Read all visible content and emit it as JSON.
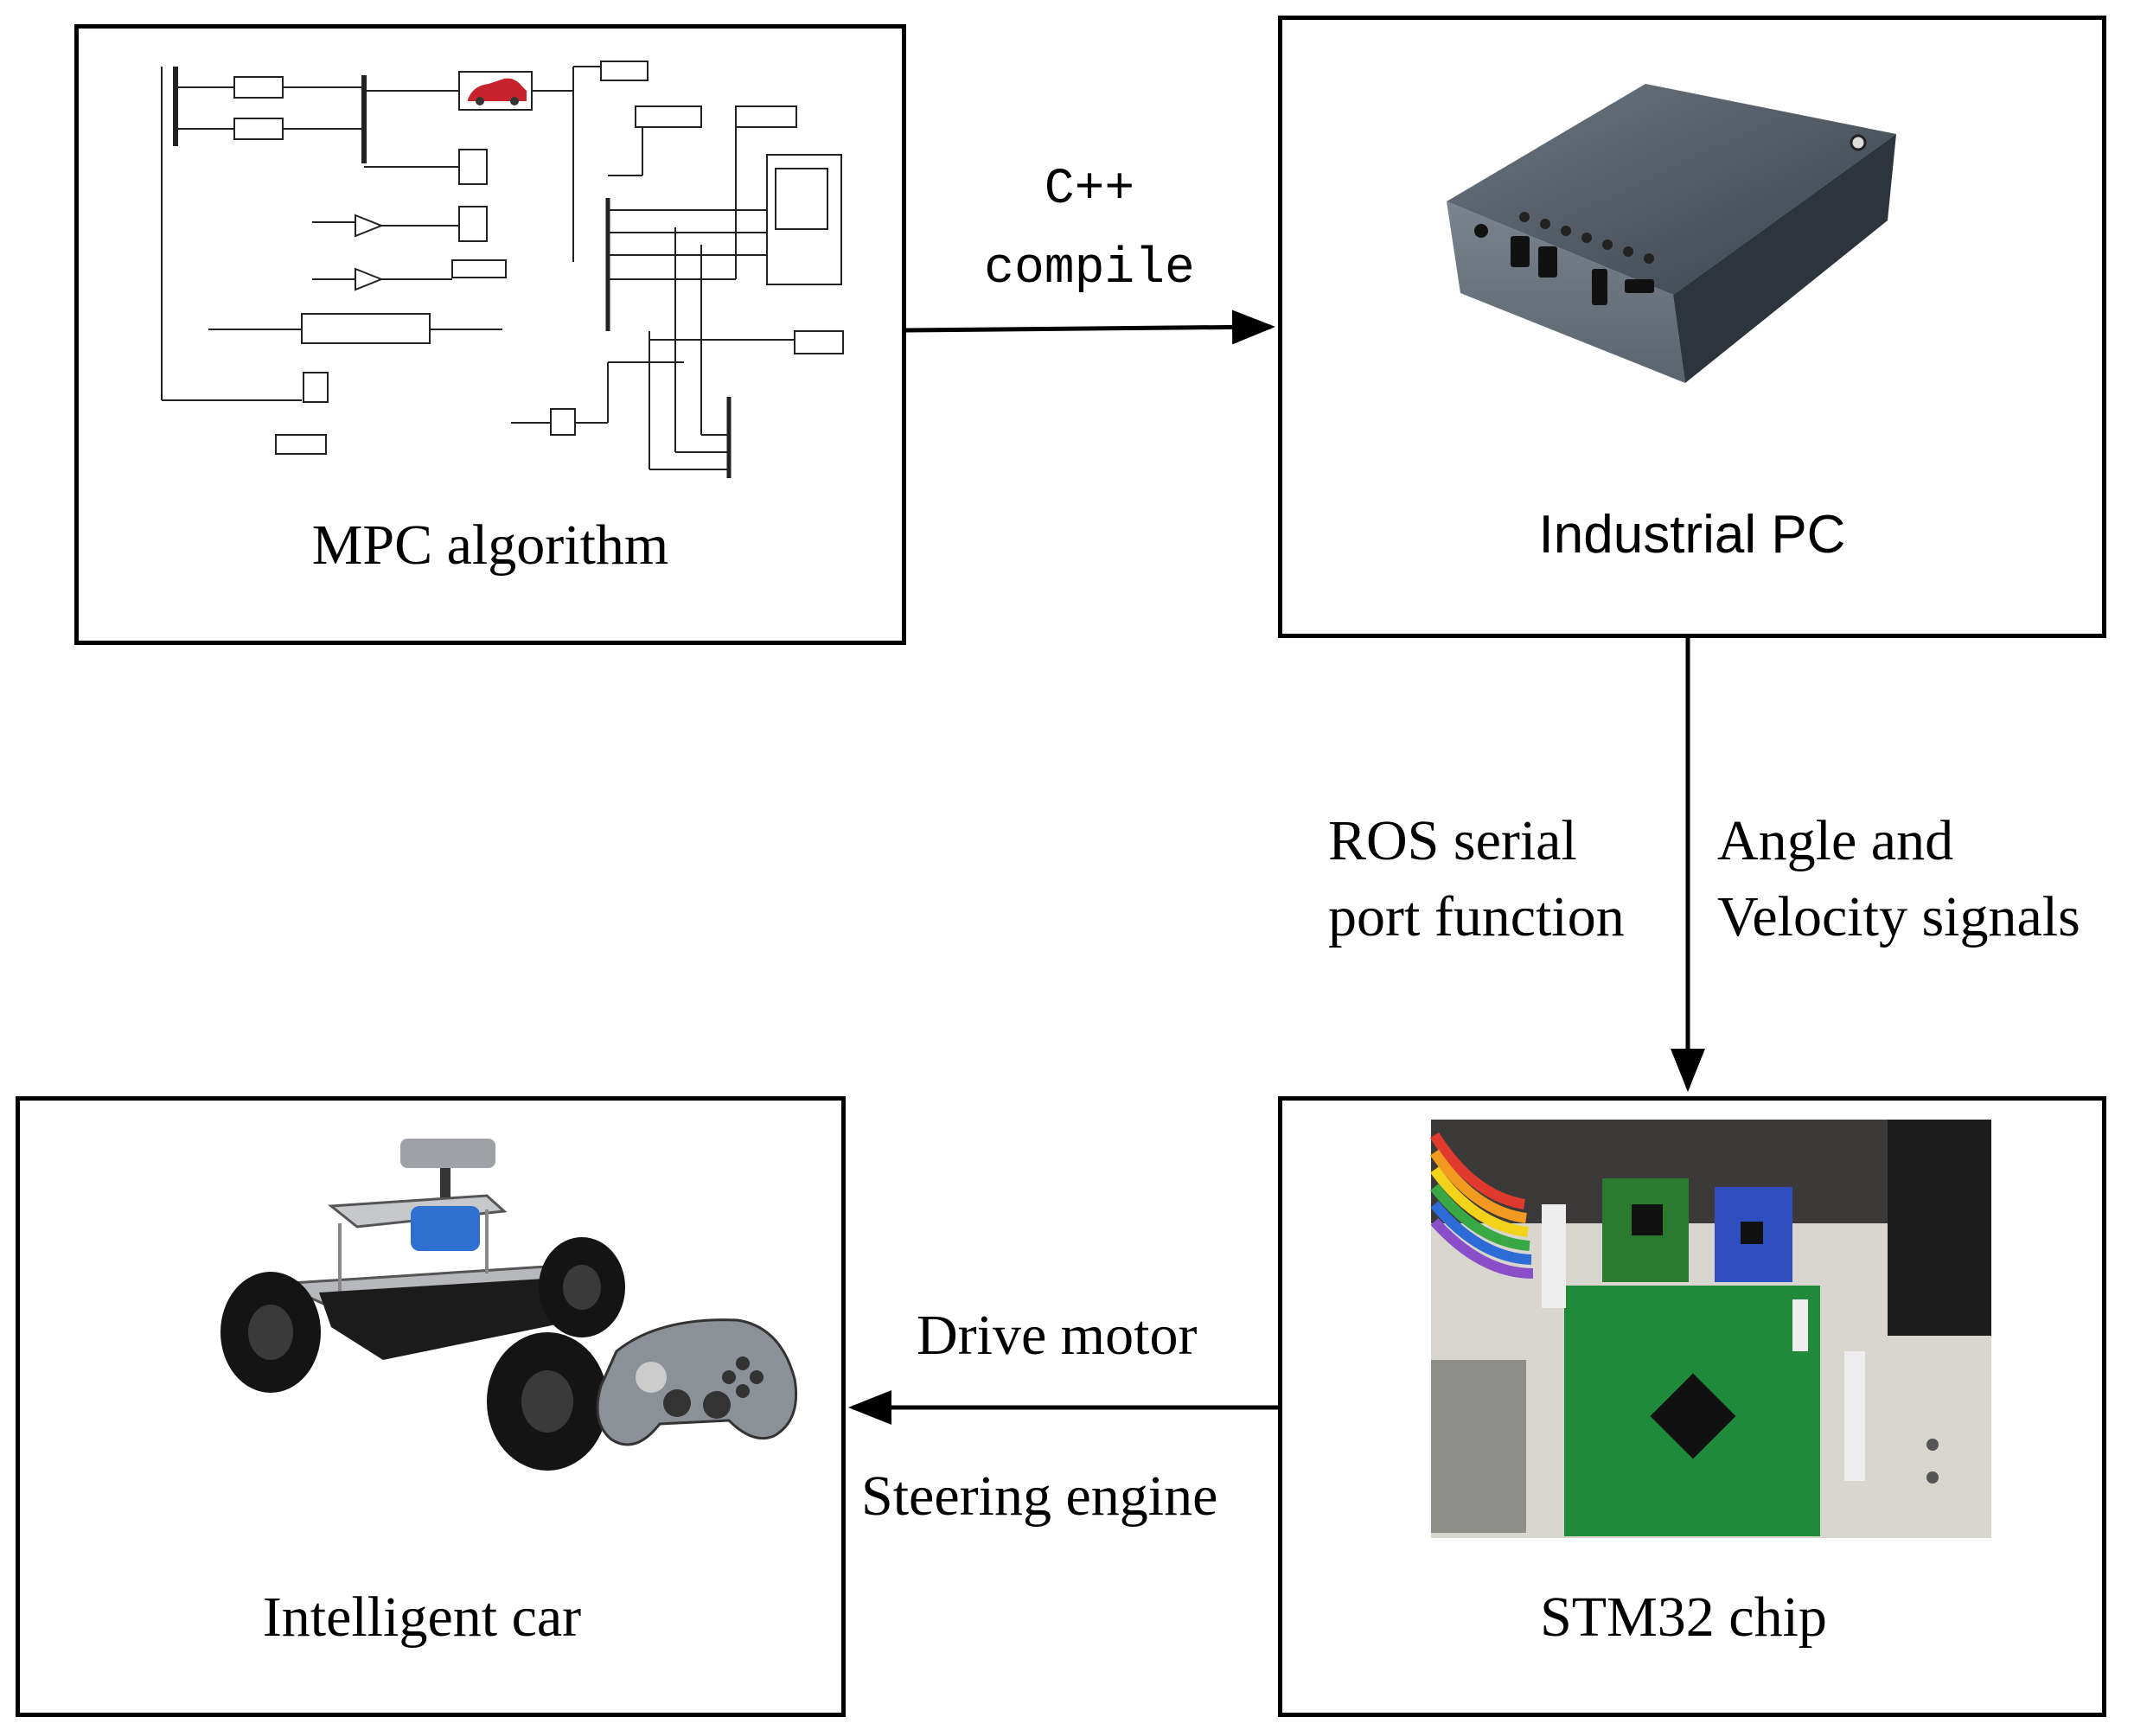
{
  "blocks": {
    "mpc": {
      "caption": "MPC algorithm"
    },
    "ipc": {
      "caption": "Industrial PC"
    },
    "stm": {
      "caption": "STM32 chip"
    },
    "car": {
      "caption": "Intelligent car"
    }
  },
  "edges": {
    "mpc_to_ipc": {
      "line1": "C++",
      "line2": "compile"
    },
    "ipc_to_stm": {
      "left_line1": "ROS serial",
      "left_line2": "port function",
      "right_line1": "Angle and",
      "right_line2": "Velocity signals"
    },
    "stm_to_car": {
      "top": "Drive motor",
      "bottom": "Steering engine"
    }
  }
}
